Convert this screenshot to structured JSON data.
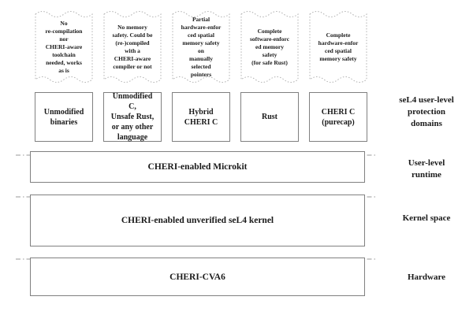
{
  "columns": [
    {
      "note": "No\nre-compilation\nnor\nCHERI-aware\ntoolchain\nneeded, works\nas is",
      "box": "Unmodified\nbinaries"
    },
    {
      "note": "No memory\nsafety. Could be\n(re-)compiled\nwith a\nCHERI-aware\ncompiler or not",
      "box": "Unmodified\nC,\nUnsafe Rust,\nor any other\nlanguage"
    },
    {
      "note": "Partial\nhardware-enfor\nced spatial\nmemory safety\non\nmanually\nselected\npointers",
      "box": "Hybrid\nCHERI C"
    },
    {
      "note": "Complete\nsoftware-enforc\ned memory\nsafety\n(for safe Rust)",
      "box": "Rust"
    },
    {
      "note": "Complete\nhardware-enfor\nced spatial\nmemory safety",
      "box": "CHERI C\n(purecap)"
    }
  ],
  "layers": {
    "runtime": "CHERI-enabled Microkit",
    "kernel": "CHERI-enabled unverified seL4 kernel",
    "hardware": "CHERI-CVA6"
  },
  "side_labels": {
    "domains": "seL4 user-level\nprotection\ndomains",
    "runtime": "User-level\nruntime",
    "kernel": "Kernel space",
    "hardware": "Hardware"
  },
  "colors": {
    "background": "#ffffff",
    "box_border": "#808080",
    "tape_border": "#b0b0b0",
    "separator": "#999999",
    "text": "#1a1a1a"
  }
}
